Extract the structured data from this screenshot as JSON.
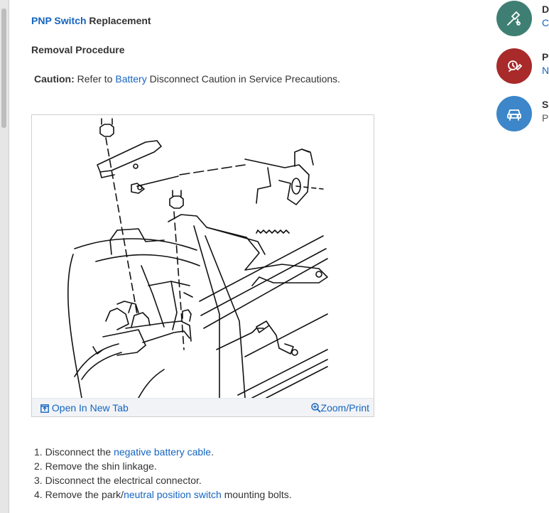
{
  "article": {
    "title_link": "PNP Switch",
    "title_rest": " Replacement",
    "section_heading": "Removal Procedure",
    "caution_label": "Caution:",
    "caution_pre": " Refer to ",
    "caution_link": "Battery",
    "caution_post": " Disconnect Caution in Service Precautions."
  },
  "figure": {
    "open_tab_label": "Open In New Tab",
    "zoom_label": "Zoom/Print"
  },
  "steps": [
    {
      "num": "1. ",
      "pre": "Disconnect the ",
      "link": "negative battery cable",
      "post": "."
    },
    {
      "num": "2. ",
      "text": "Remove the shin linkage."
    },
    {
      "num": "3. ",
      "text": "Disconnect the electrical connector."
    },
    {
      "num": "4. ",
      "pre": "Remove the park/",
      "link": "neutral position switch",
      "post": " mounting bolts."
    }
  ],
  "sidebar": [
    {
      "title": "D",
      "sub": "C",
      "color": "#3f7f73",
      "icon": "diagnostic-icon"
    },
    {
      "title": "P",
      "sub": "N",
      "color": "#a82a2a",
      "icon": "parts-icon"
    },
    {
      "title": "S",
      "sub": "P",
      "color": "#3c86c9",
      "icon": "service-vehicle-icon"
    }
  ]
}
